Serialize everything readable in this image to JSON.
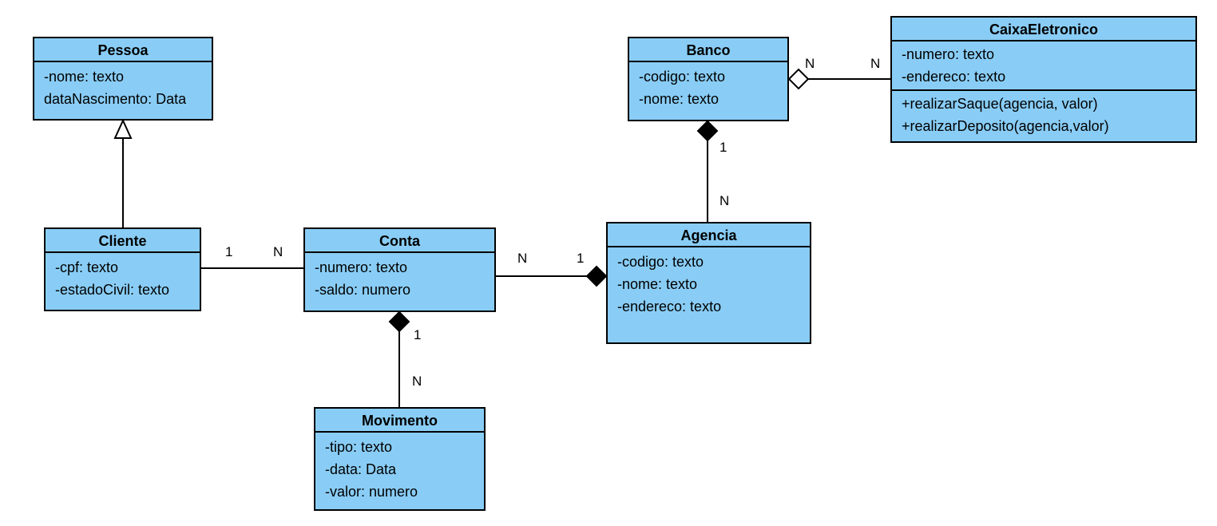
{
  "classes": {
    "pessoa": {
      "name": "Pessoa",
      "attributes": [
        "-nome: texto",
        "dataNascimento: Data"
      ],
      "methods": []
    },
    "cliente": {
      "name": "Cliente",
      "attributes": [
        "-cpf: texto",
        "-estadoCivil: texto"
      ],
      "methods": []
    },
    "conta": {
      "name": "Conta",
      "attributes": [
        "-numero: texto",
        "-saldo: numero"
      ],
      "methods": []
    },
    "movimento": {
      "name": "Movimento",
      "attributes": [
        "-tipo: texto",
        "-data: Data",
        "-valor: numero"
      ],
      "methods": []
    },
    "agencia": {
      "name": "Agencia",
      "attributes": [
        "-codigo: texto",
        "-nome: texto",
        "-endereco: texto"
      ],
      "methods": []
    },
    "banco": {
      "name": "Banco",
      "attributes": [
        "-codigo: texto",
        "-nome: texto"
      ],
      "methods": []
    },
    "caixa": {
      "name": "CaixaEletronico",
      "attributes": [
        "-numero: texto",
        "-endereco: texto"
      ],
      "methods": [
        "+realizarSaque(agencia, valor)",
        "+realizarDeposito(agencia,valor)"
      ]
    }
  },
  "relations": {
    "cliente_conta": {
      "from_mult": "1",
      "to_mult": "N"
    },
    "conta_agencia": {
      "from_mult": "N",
      "to_mult": "1"
    },
    "conta_movimento": {
      "from_mult": "1",
      "to_mult": "N"
    },
    "banco_agencia": {
      "from_mult": "1",
      "to_mult": "N"
    },
    "banco_caixa": {
      "from_mult": "N",
      "to_mult": "N"
    }
  },
  "colors": {
    "class_fill": "#89cdf6",
    "line": "#000000"
  }
}
